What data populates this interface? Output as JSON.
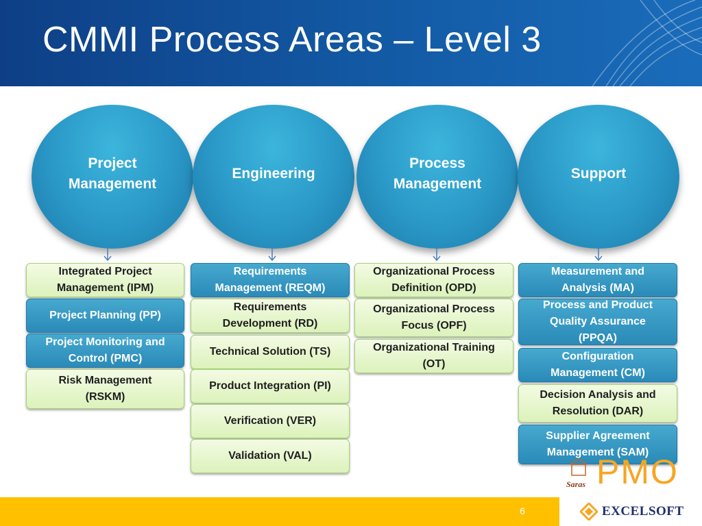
{
  "title": "CMMI Process Areas – Level 3",
  "categories": [
    {
      "label": "Project\nManagement",
      "items": [
        {
          "label": "Integrated Project\nManagement (IPM)",
          "style": "green"
        },
        {
          "label": "Project Planning (PP)",
          "style": "blue"
        },
        {
          "label": "Project Monitoring and\nControl (PMC)",
          "style": "blue"
        },
        {
          "label": "Risk Management\n(RSKM)",
          "style": "green"
        }
      ]
    },
    {
      "label": "Engineering",
      "items": [
        {
          "label": "Requirements\nManagement (REQM)",
          "style": "blue"
        },
        {
          "label": "Requirements\nDevelopment (RD)",
          "style": "green"
        },
        {
          "label": "Technical Solution (TS)",
          "style": "green"
        },
        {
          "label": "Product Integration (PI)",
          "style": "green"
        },
        {
          "label": "Verification (VER)",
          "style": "green"
        },
        {
          "label": "Validation (VAL)",
          "style": "green"
        }
      ]
    },
    {
      "label": "Process\nManagement",
      "items": [
        {
          "label": "Organizational Process\nDefinition (OPD)",
          "style": "green"
        },
        {
          "label": "Organizational Process\nFocus (OPF)",
          "style": "green"
        },
        {
          "label": "Organizational Training\n(OT)",
          "style": "green"
        }
      ]
    },
    {
      "label": "Support",
      "items": [
        {
          "label": "Measurement and\nAnalysis (MA)",
          "style": "blue"
        },
        {
          "label": "Process and Product\nQuality Assurance\n(PPQA)",
          "style": "blue"
        },
        {
          "label": "Configuration\nManagement (CM)",
          "style": "blue"
        },
        {
          "label": "Decision Analysis and\nResolution (DAR)",
          "style": "green"
        },
        {
          "label": "Supplier Agreement\nManagement (SAM)",
          "style": "blue"
        }
      ]
    }
  ],
  "footer": {
    "page_number": "6",
    "company": "EXCELSOFT",
    "pmo_logo_text": "PMO",
    "saras_text": "Saras"
  },
  "colors": {
    "header": "#135aa5",
    "circle": "#2a98c7",
    "green_box": "#dcf2bb",
    "blue_box": "#2a8ab8",
    "footer_bar": "#ffc000",
    "pmo": "#f5a623"
  }
}
